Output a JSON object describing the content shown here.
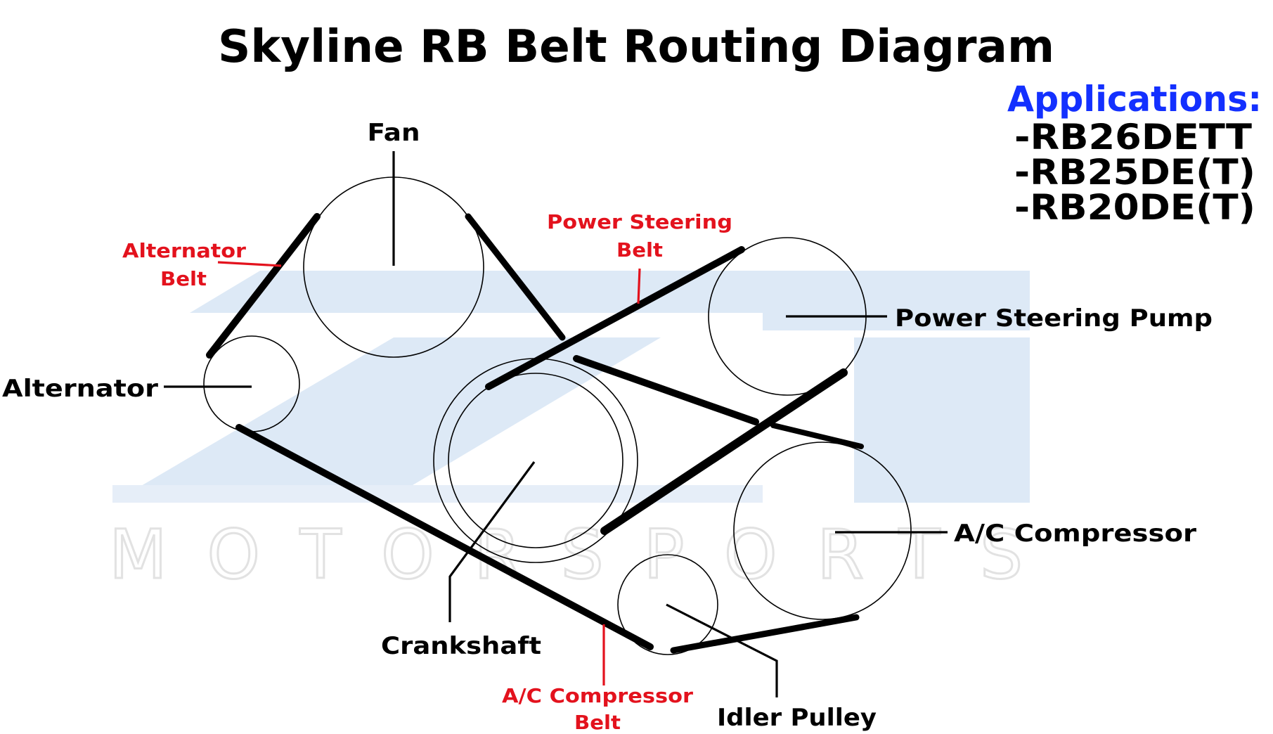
{
  "title": "Skyline RB Belt Routing Diagram",
  "applications": {
    "heading": "Applications:",
    "items": [
      "-RB26DETT",
      "-RB25DE(T)",
      "-RB20DE(T)"
    ]
  },
  "watermark": "MOTORSPORTS",
  "components": {
    "fan": "Fan",
    "power_steering_pump": "Power Steering Pump",
    "alternator": "Alternator",
    "ac_compressor": "A/C Compressor",
    "crankshaft": "Crankshaft",
    "idler_pulley": "Idler Pulley"
  },
  "belts": {
    "alternator_belt": [
      "Alternator",
      "Belt"
    ],
    "power_steering_belt": [
      "Power Steering",
      "Belt"
    ],
    "ac_compressor_belt": [
      "A/C Compressor",
      "Belt"
    ]
  },
  "colors": {
    "title": "#000000",
    "applications_heading": "#1330ff",
    "belt_label": "#e3121d",
    "watermark": "#dce8f5",
    "watermark_text": "#ececec"
  }
}
